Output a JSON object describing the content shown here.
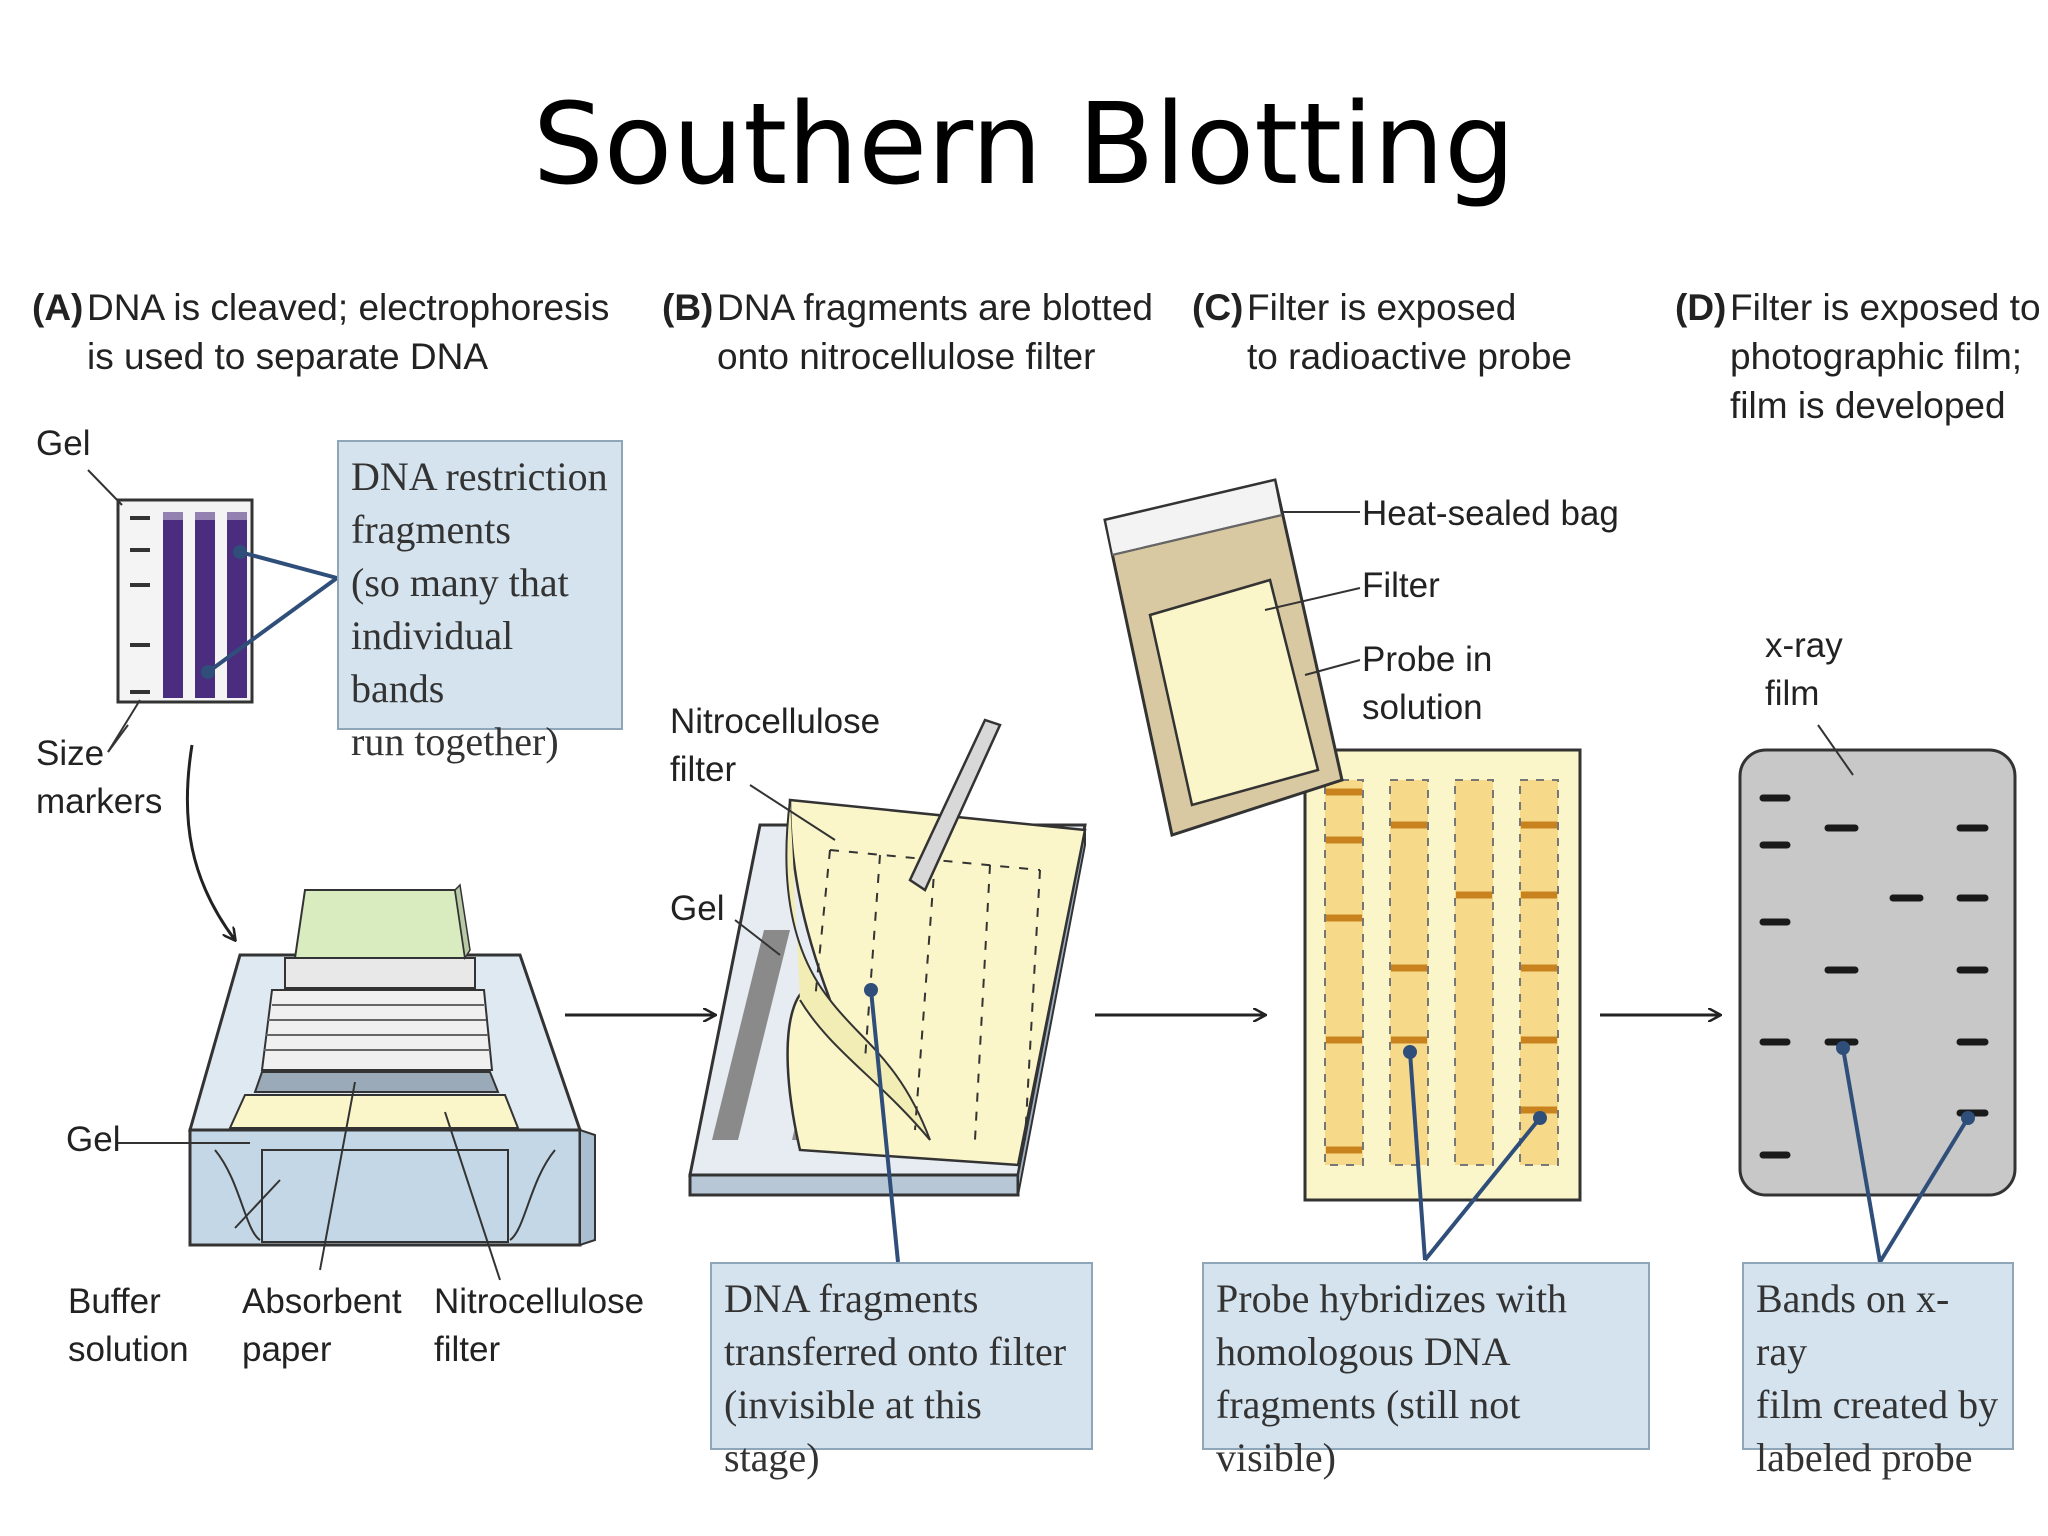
{
  "title": "Southern Blotting",
  "steps": {
    "a": {
      "letter": "(A)",
      "text": "DNA is cleaved; electrophoresis\nis used to separate DNA"
    },
    "b": {
      "letter": "(B)",
      "text": "DNA fragments are blotted\nonto nitrocellulose filter"
    },
    "c": {
      "letter": "(C)",
      "text": "Filter is exposed\nto radioactive probe"
    },
    "d": {
      "letter": "(D)",
      "text": "Filter is exposed to\nphotographic film;\nfilm is developed"
    }
  },
  "labels": {
    "gel_top": "Gel",
    "size_markers": "Size\nmarkers",
    "gel_tray": "Gel",
    "buffer_solution": "Buffer\nsolution",
    "absorbent_paper": "Absorbent\npaper",
    "nitrocellulose_filter_a": "Nitrocellulose\nfilter",
    "nitrocellulose_filter_b": "Nitrocellulose\nfilter",
    "gel_b": "Gel",
    "heat_sealed_bag": "Heat-sealed bag",
    "filter": "Filter",
    "probe_in_solution": "Probe in\nsolution",
    "xray_film": "x-ray\nfilm"
  },
  "boxes": {
    "restriction": "DNA restriction\nfragments\n(so many that\nindividual bands\nrun together)",
    "transferred": "DNA fragments\ntransferred onto filter\n(invisible at this stage)",
    "hybridizes": "Probe hybridizes with\nhomologous DNA\nfragments (still not visible)",
    "bands": "Bands on x-ray\nfilm created by\nlabeled probe"
  },
  "colors": {
    "callout_fill": "#d4e3ee",
    "gel_lane": "#4b2d7f",
    "filter_yellow": "#fbf6c9",
    "probe_band": "#c8821e",
    "film_gray": "#c8c8c8",
    "absorbent_green": "#d9ecc0"
  }
}
